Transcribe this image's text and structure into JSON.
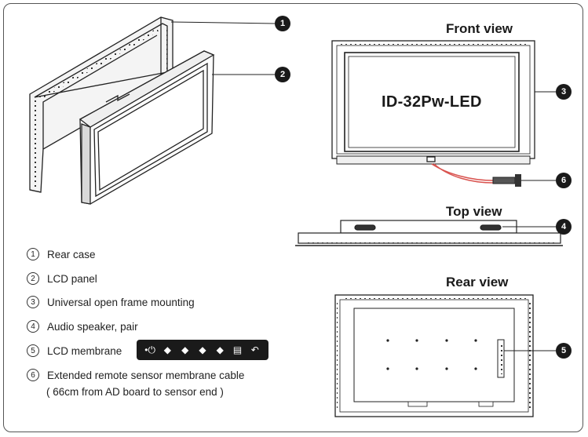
{
  "views": {
    "front": "Front view",
    "top": "Top view",
    "rear": "Rear view"
  },
  "model": "ID-32Pw-LED",
  "callouts": [
    "1",
    "2",
    "3",
    "4",
    "5",
    "6"
  ],
  "legend": [
    {
      "num": "1",
      "label": "Rear case"
    },
    {
      "num": "2",
      "label": "LCD panel"
    },
    {
      "num": "3",
      "label": "Universal open frame mounting"
    },
    {
      "num": "4",
      "label": "Audio speaker, pair"
    },
    {
      "num": "5",
      "label": "LCD membrane"
    },
    {
      "num": "6",
      "label": "Extended remote sensor membrane cable"
    }
  ],
  "legend_note": "( 66cm from AD board to sensor end )",
  "membrane_buttons": [
    {
      "icon": "indicator-power-icon",
      "glyph": "•⏻"
    },
    {
      "icon": "left-arrow-icon",
      "glyph": "◆"
    },
    {
      "icon": "right-arrow-icon",
      "glyph": "◆"
    },
    {
      "icon": "up-arrow-icon",
      "glyph": "◆"
    },
    {
      "icon": "down-arrow-icon",
      "glyph": "◆"
    },
    {
      "icon": "menu-icon",
      "glyph": "▤"
    },
    {
      "icon": "return-icon",
      "glyph": "↶"
    }
  ],
  "colors": {
    "ink": "#1a1a1a",
    "cable": "#d9534f"
  }
}
